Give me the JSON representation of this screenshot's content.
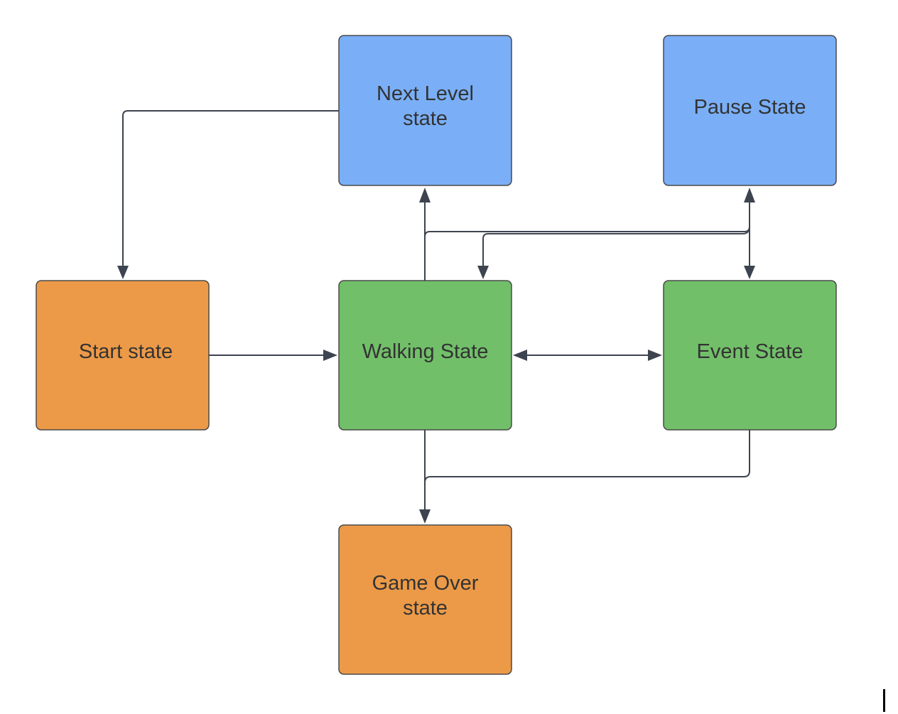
{
  "colors": {
    "blue": "#7aaff7",
    "orange": "#ec9a48",
    "green": "#72bf6a",
    "border": "#4a4a4a",
    "edge": "#3d4450",
    "text": "#333333"
  },
  "nodes": {
    "next_level": {
      "line1": "Next Level",
      "line2": "state"
    },
    "pause": {
      "label": "Pause State"
    },
    "start": {
      "label": "Start state"
    },
    "walking": {
      "label": "Walking State"
    },
    "event": {
      "label": "Event State"
    },
    "game_over": {
      "line1": "Game Over",
      "line2": "state"
    }
  },
  "edges": [
    {
      "from": "Next Level state",
      "to": "Start state"
    },
    {
      "from": "Start state",
      "to": "Walking State"
    },
    {
      "from": "Walking State",
      "to": "Next Level state"
    },
    {
      "from": "Walking State",
      "to": "Pause State"
    },
    {
      "from": "Pause State",
      "to": "Walking State"
    },
    {
      "from": "Pause State",
      "to": "Event State"
    },
    {
      "from": "Event State",
      "to": "Pause State"
    },
    {
      "from": "Walking State",
      "to": "Event State"
    },
    {
      "from": "Event State",
      "to": "Walking State"
    },
    {
      "from": "Walking State",
      "to": "Game Over state"
    },
    {
      "from": "Event State",
      "to": "Game Over state"
    }
  ]
}
